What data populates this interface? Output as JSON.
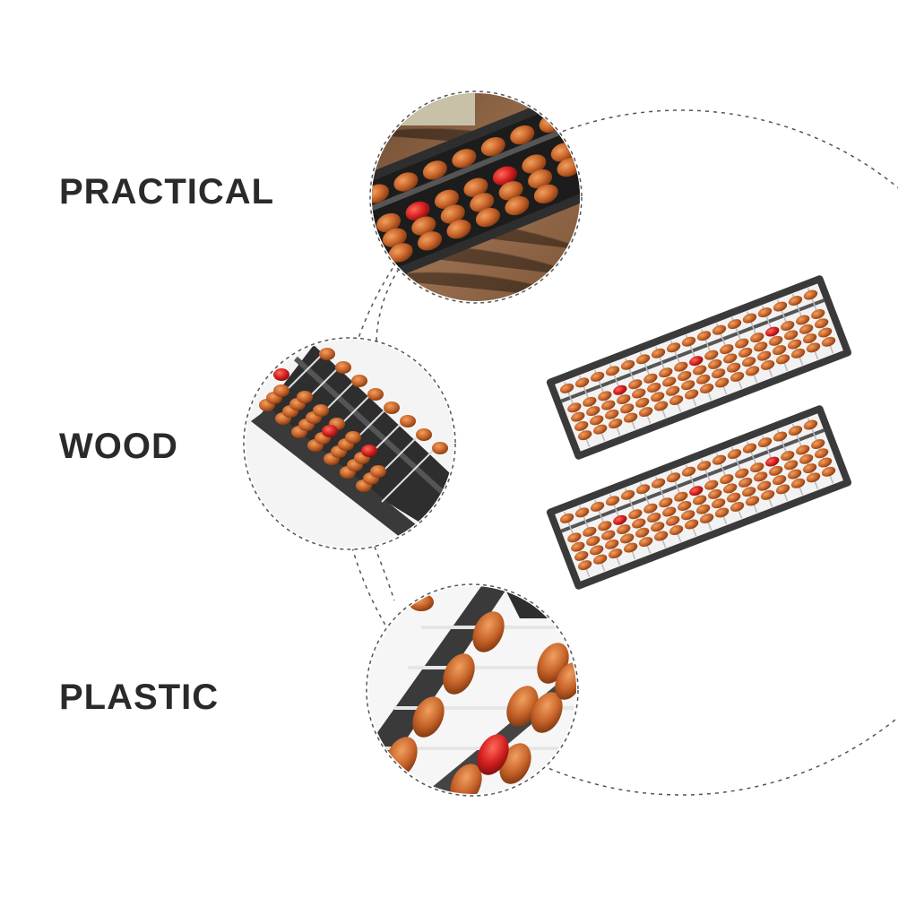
{
  "features": [
    {
      "label": "PRACTICAL",
      "icon": "wooden-abacus-closeup"
    },
    {
      "label": "WOOD",
      "icon": "abacus-angled-closeup"
    },
    {
      "label": "PLASTIC",
      "icon": "abacus-beads-closeup"
    }
  ],
  "colors": {
    "text": "#2a2a2a",
    "bead": "#c8642a",
    "bead_highlight": "#e08a4a",
    "red_bead": "#d42020",
    "frame": "#3a3a3a",
    "wood_table": "#8a6242",
    "dashed_circle": "#555555"
  }
}
